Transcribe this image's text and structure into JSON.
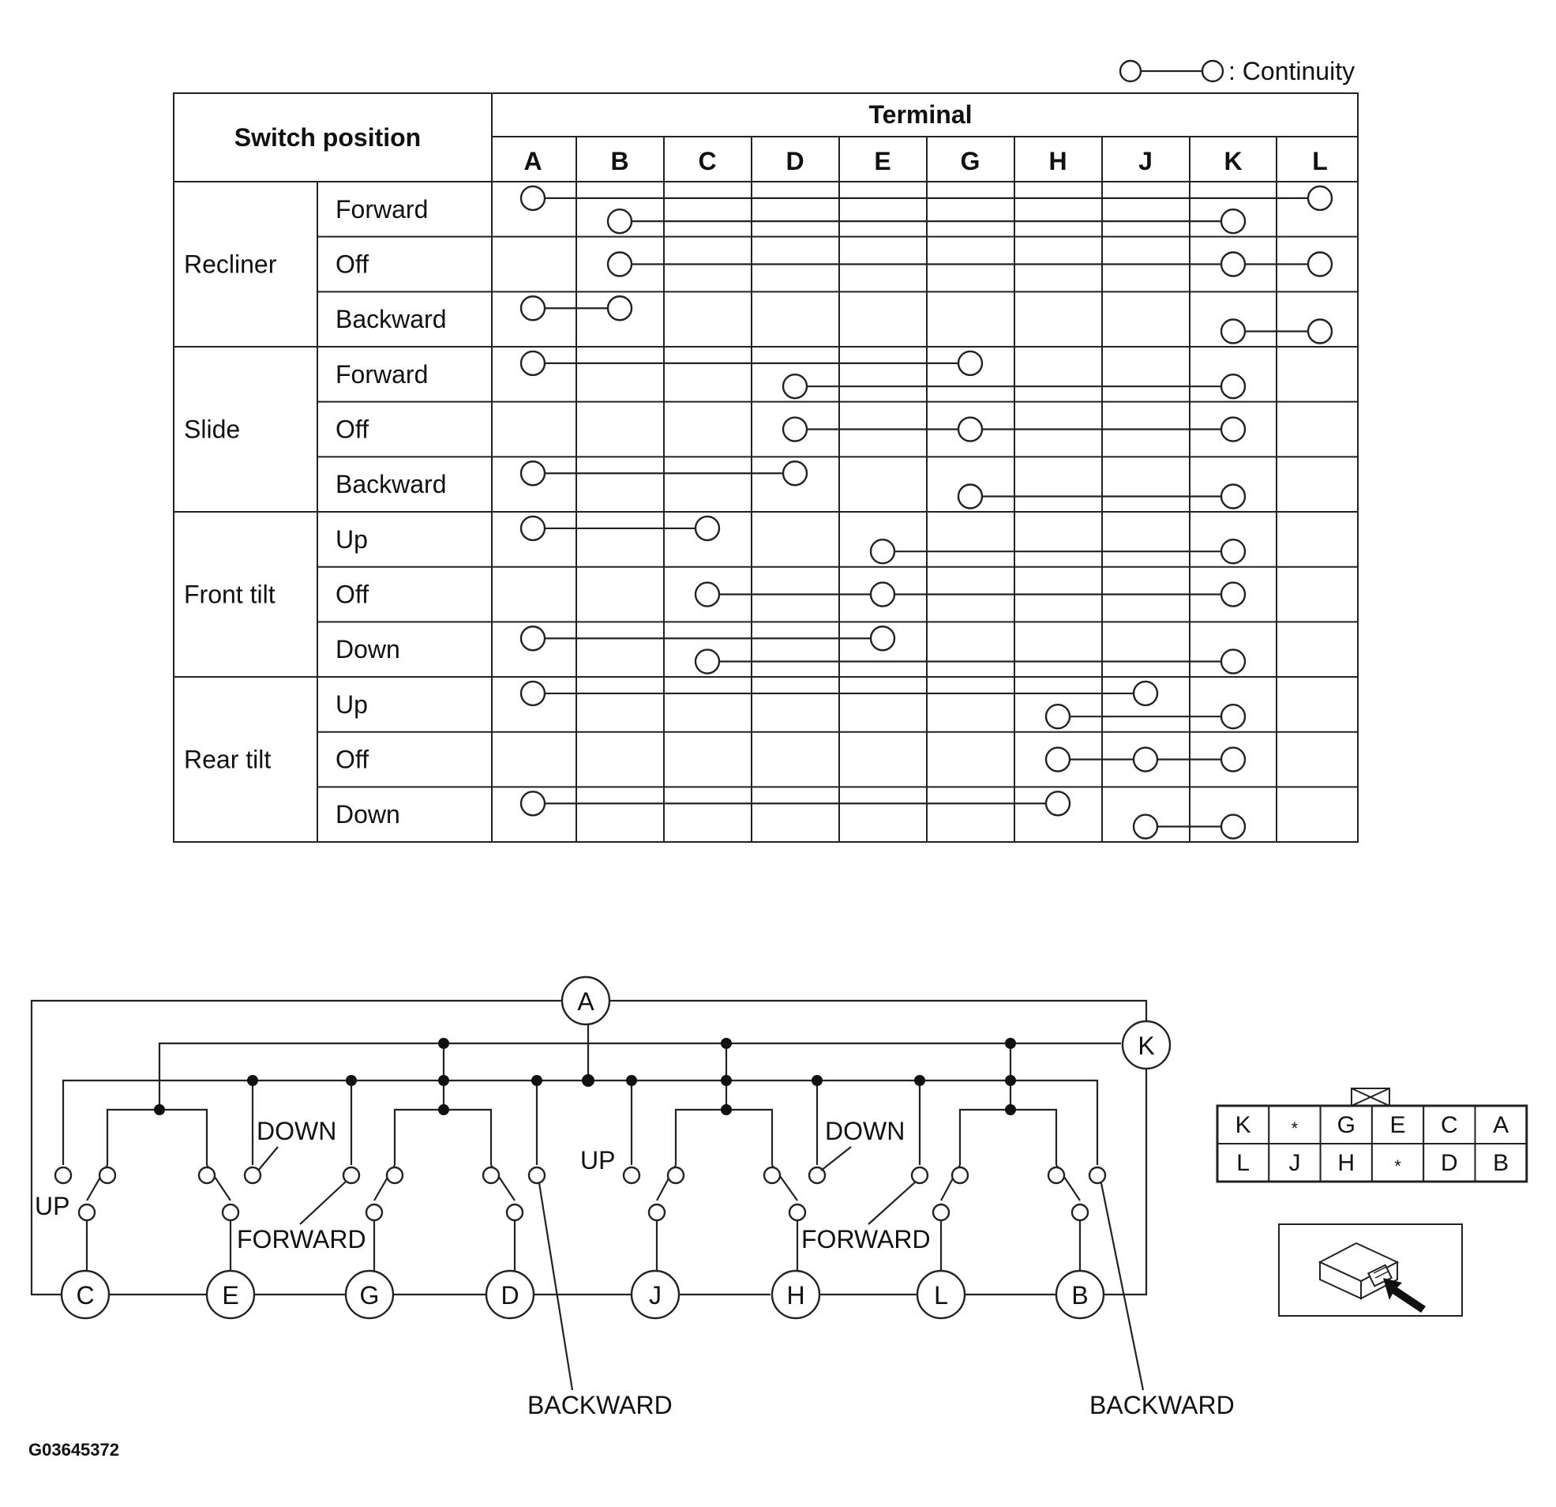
{
  "legend": {
    "text": ": Continuity"
  },
  "table": {
    "header_left": "Switch position",
    "header_top": "Terminal",
    "terminals": [
      "A",
      "B",
      "C",
      "D",
      "E",
      "G",
      "H",
      "J",
      "K",
      "L"
    ],
    "groups": [
      {
        "name": "Recliner",
        "rows": [
          {
            "label": "Forward",
            "connections": [
              [
                "A",
                "L"
              ],
              [
                "B",
                "K"
              ]
            ]
          },
          {
            "label": "Off",
            "connections": [
              [
                "B",
                "K",
                "L"
              ]
            ]
          },
          {
            "label": "Backward",
            "connections": [
              [
                "A",
                "B"
              ],
              [
                "K",
                "L"
              ]
            ]
          }
        ]
      },
      {
        "name": "Slide",
        "rows": [
          {
            "label": "Forward",
            "connections": [
              [
                "A",
                "G"
              ],
              [
                "D",
                "K"
              ]
            ]
          },
          {
            "label": "Off",
            "connections": [
              [
                "D",
                "G",
                "K"
              ]
            ]
          },
          {
            "label": "Backward",
            "connections": [
              [
                "A",
                "D"
              ],
              [
                "G",
                "K"
              ]
            ]
          }
        ]
      },
      {
        "name": "Front tilt",
        "rows": [
          {
            "label": "Up",
            "connections": [
              [
                "A",
                "C"
              ],
              [
                "E",
                "K"
              ]
            ]
          },
          {
            "label": "Off",
            "connections": [
              [
                "C",
                "E",
                "K"
              ]
            ]
          },
          {
            "label": "Down",
            "connections": [
              [
                "A",
                "E"
              ],
              [
                "C",
                "K"
              ]
            ]
          }
        ]
      },
      {
        "name": "Rear tilt",
        "rows": [
          {
            "label": "Up",
            "connections": [
              [
                "A",
                "J"
              ],
              [
                "H",
                "K"
              ]
            ]
          },
          {
            "label": "Off",
            "connections": [
              [
                "H",
                "J",
                "K"
              ]
            ]
          },
          {
            "label": "Down",
            "connections": [
              [
                "A",
                "H"
              ],
              [
                "J",
                "K"
              ]
            ]
          }
        ]
      }
    ]
  },
  "schematic": {
    "top_terminals": [
      "A",
      "K"
    ],
    "bottom_terminals": [
      "C",
      "E",
      "G",
      "D",
      "J",
      "H",
      "L",
      "B"
    ],
    "labels": {
      "up_left": "UP",
      "down_left": "DOWN",
      "forward_left": "FORWARD",
      "backward_left": "BACKWARD",
      "up_right": "UP",
      "down_right": "DOWN",
      "forward_right": "FORWARD",
      "backward_right": "BACKWARD"
    }
  },
  "connector": {
    "top_row": [
      "K",
      "*",
      "G",
      "E",
      "C",
      "A"
    ],
    "bottom_row": [
      "L",
      "J",
      "H",
      "*",
      "D",
      "B"
    ]
  },
  "figure_id": "G03645372"
}
